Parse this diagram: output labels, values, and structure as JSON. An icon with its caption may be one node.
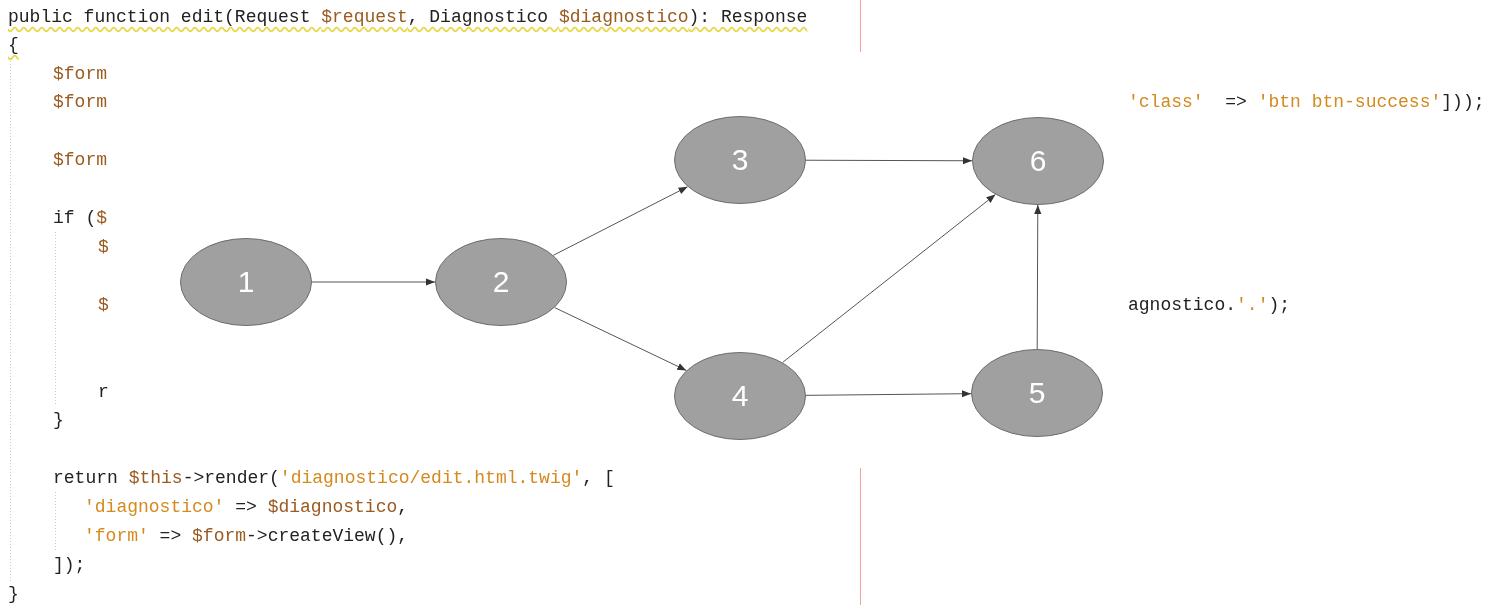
{
  "diagram": {
    "nodes": [
      {
        "text": [
          "1"
        ]
      },
      {
        "text": [
          "2"
        ]
      },
      {
        "text": [
          "3"
        ]
      },
      {
        "text": [
          "4"
        ]
      },
      {
        "text": [
          "5"
        ]
      },
      {
        "text": [
          "6"
        ]
      }
    ],
    "edges": [
      {
        "from": 0,
        "to": 1,
        "arrow": "to"
      },
      {
        "from": 1,
        "to": 2,
        "arrow": "to"
      },
      {
        "from": 1,
        "to": 3,
        "arrow": "to"
      },
      {
        "from": 2,
        "to": 5,
        "arrow": "to"
      },
      {
        "from": 3,
        "to": 5,
        "arrow": "to"
      },
      {
        "from": 3,
        "to": 4,
        "arrow": "to"
      },
      {
        "from": 4,
        "to": 5,
        "arrow": "to"
      }
    ],
    "labels": [
      "public function edit(Request $request, Diagnostico $diagnostico): Response",
      "{",
      "$form",
      "$form",
      "'class'  => 'btn btn-success']));",
      "$form",
      "if ($",
      "$",
      "$",
      "agnostico.'.');",
      "r",
      "}",
      "return $this->render('diagnostico/edit.html.twig', [",
      "'diagnostico' => $diagnostico,",
      "'form' => $form->createView(),",
      "]);",
      "}"
    ]
  }
}
